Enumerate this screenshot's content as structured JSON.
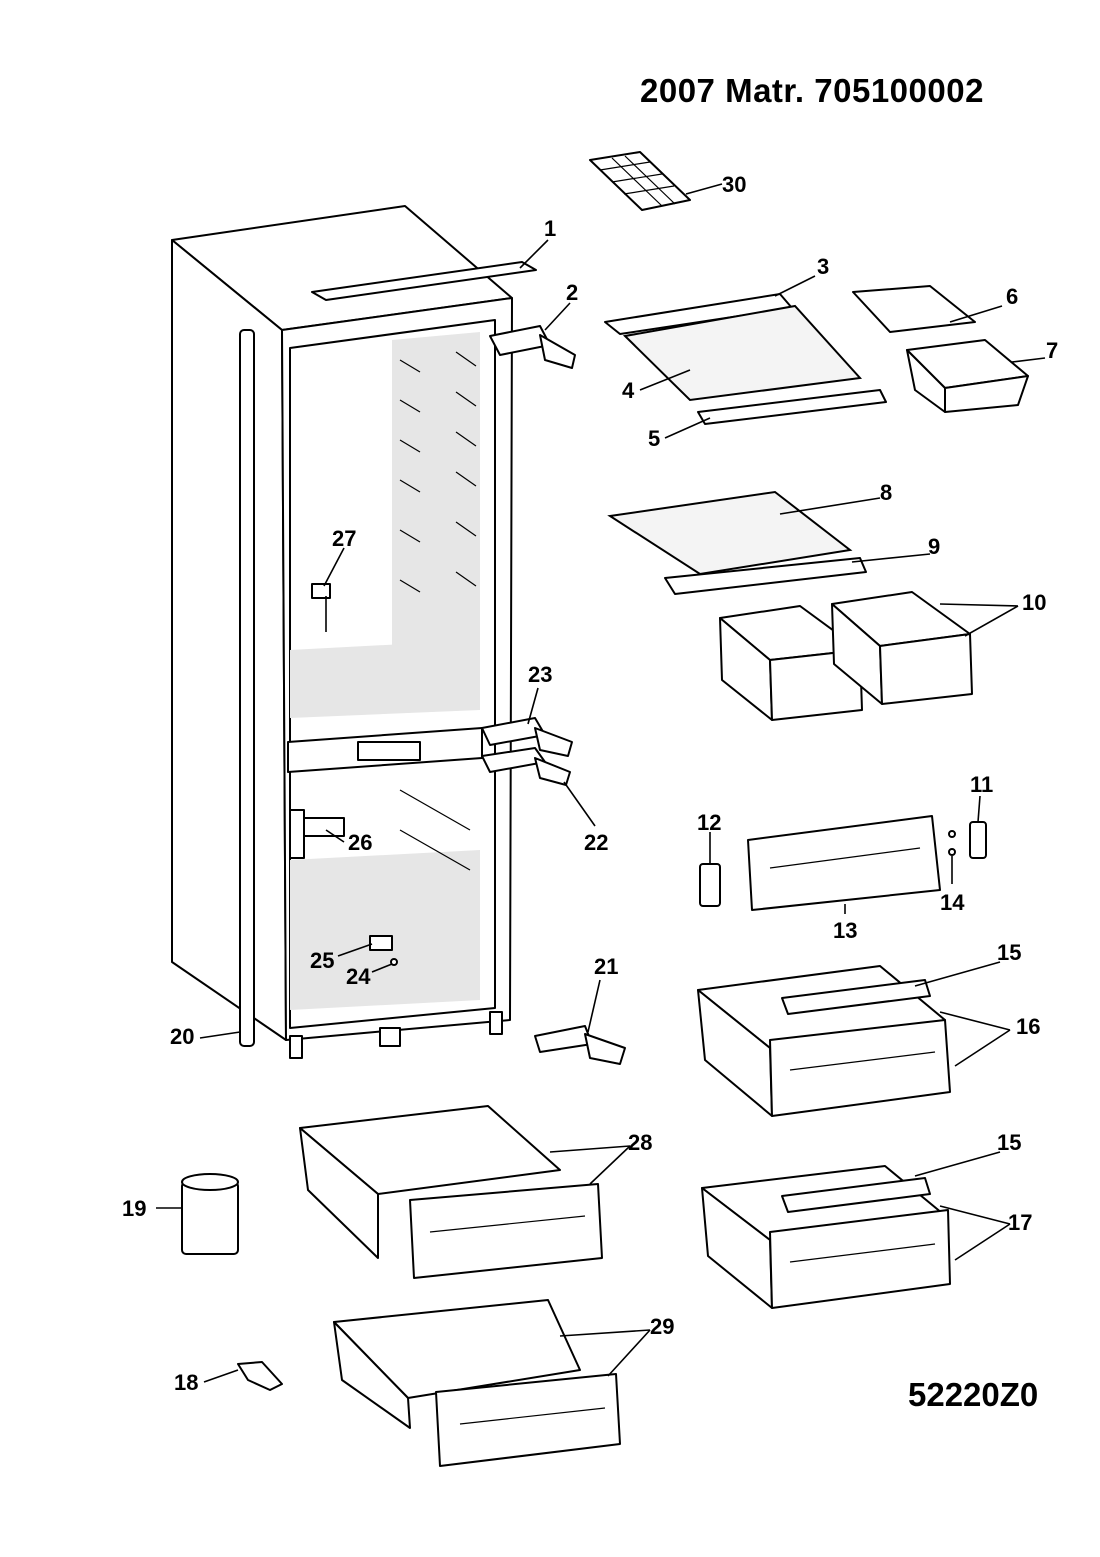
{
  "header": {
    "title": "2007 Matr. 705100002"
  },
  "footer": {
    "code": "52220Z0"
  },
  "labels": [
    "1",
    "2",
    "3",
    "4",
    "5",
    "6",
    "7",
    "8",
    "9",
    "10",
    "11",
    "12",
    "13",
    "14",
    "15",
    "16",
    "17",
    "18",
    "19",
    "20",
    "21",
    "22",
    "23",
    "24",
    "25",
    "26",
    "27",
    "28",
    "29",
    "30",
    "15"
  ]
}
